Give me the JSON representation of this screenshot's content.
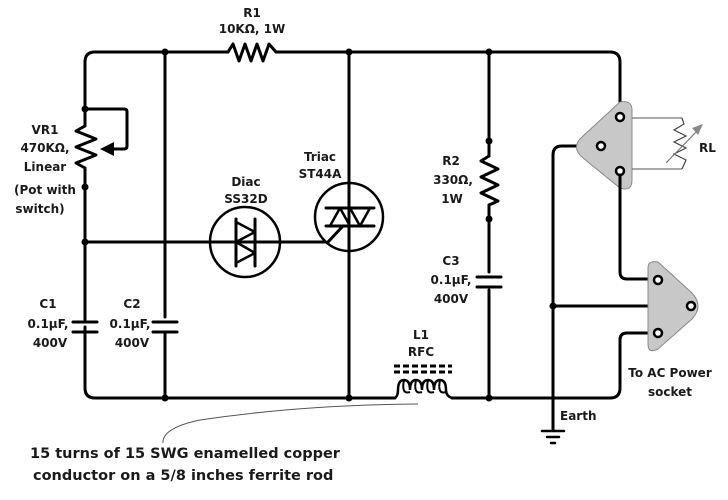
{
  "diagram": {
    "type": "circuit-schematic",
    "subject": "Triac light dimmer / power controller with RFC filter"
  },
  "components": {
    "r1": {
      "ref": "R1",
      "value": "10KΩ, 1W"
    },
    "vr1": {
      "ref": "VR1",
      "value": "470KΩ,",
      "type": "Linear",
      "note_line1": "(Pot with",
      "note_line2": "switch)"
    },
    "diac": {
      "kind": "Diac",
      "part": "SS32D"
    },
    "triac": {
      "kind": "Triac",
      "part": "ST44A"
    },
    "r2": {
      "ref": "R2",
      "value": "330Ω,",
      "power": "1W"
    },
    "c1": {
      "ref": "C1",
      "value": "0.1µF,",
      "voltage": "400V"
    },
    "c2": {
      "ref": "C2",
      "value": "0.1µF,",
      "voltage": "400V"
    },
    "c3": {
      "ref": "C3",
      "value": "0.1µF,",
      "voltage": "400V"
    },
    "l1": {
      "ref": "L1",
      "type": "RFC"
    },
    "load": {
      "ref": "RL"
    },
    "earth": {
      "label": "Earth"
    },
    "ac_socket": {
      "line1": "To AC Power",
      "line2": "socket"
    }
  },
  "annotation": {
    "line1": "15 turns of 15 SWG enamelled copper",
    "line2": "conductor on a 5/8 inches ferrite rod"
  },
  "colors": {
    "wire": "#000000",
    "plug_fill": "#c8c8c8",
    "background": "#ffffff"
  }
}
